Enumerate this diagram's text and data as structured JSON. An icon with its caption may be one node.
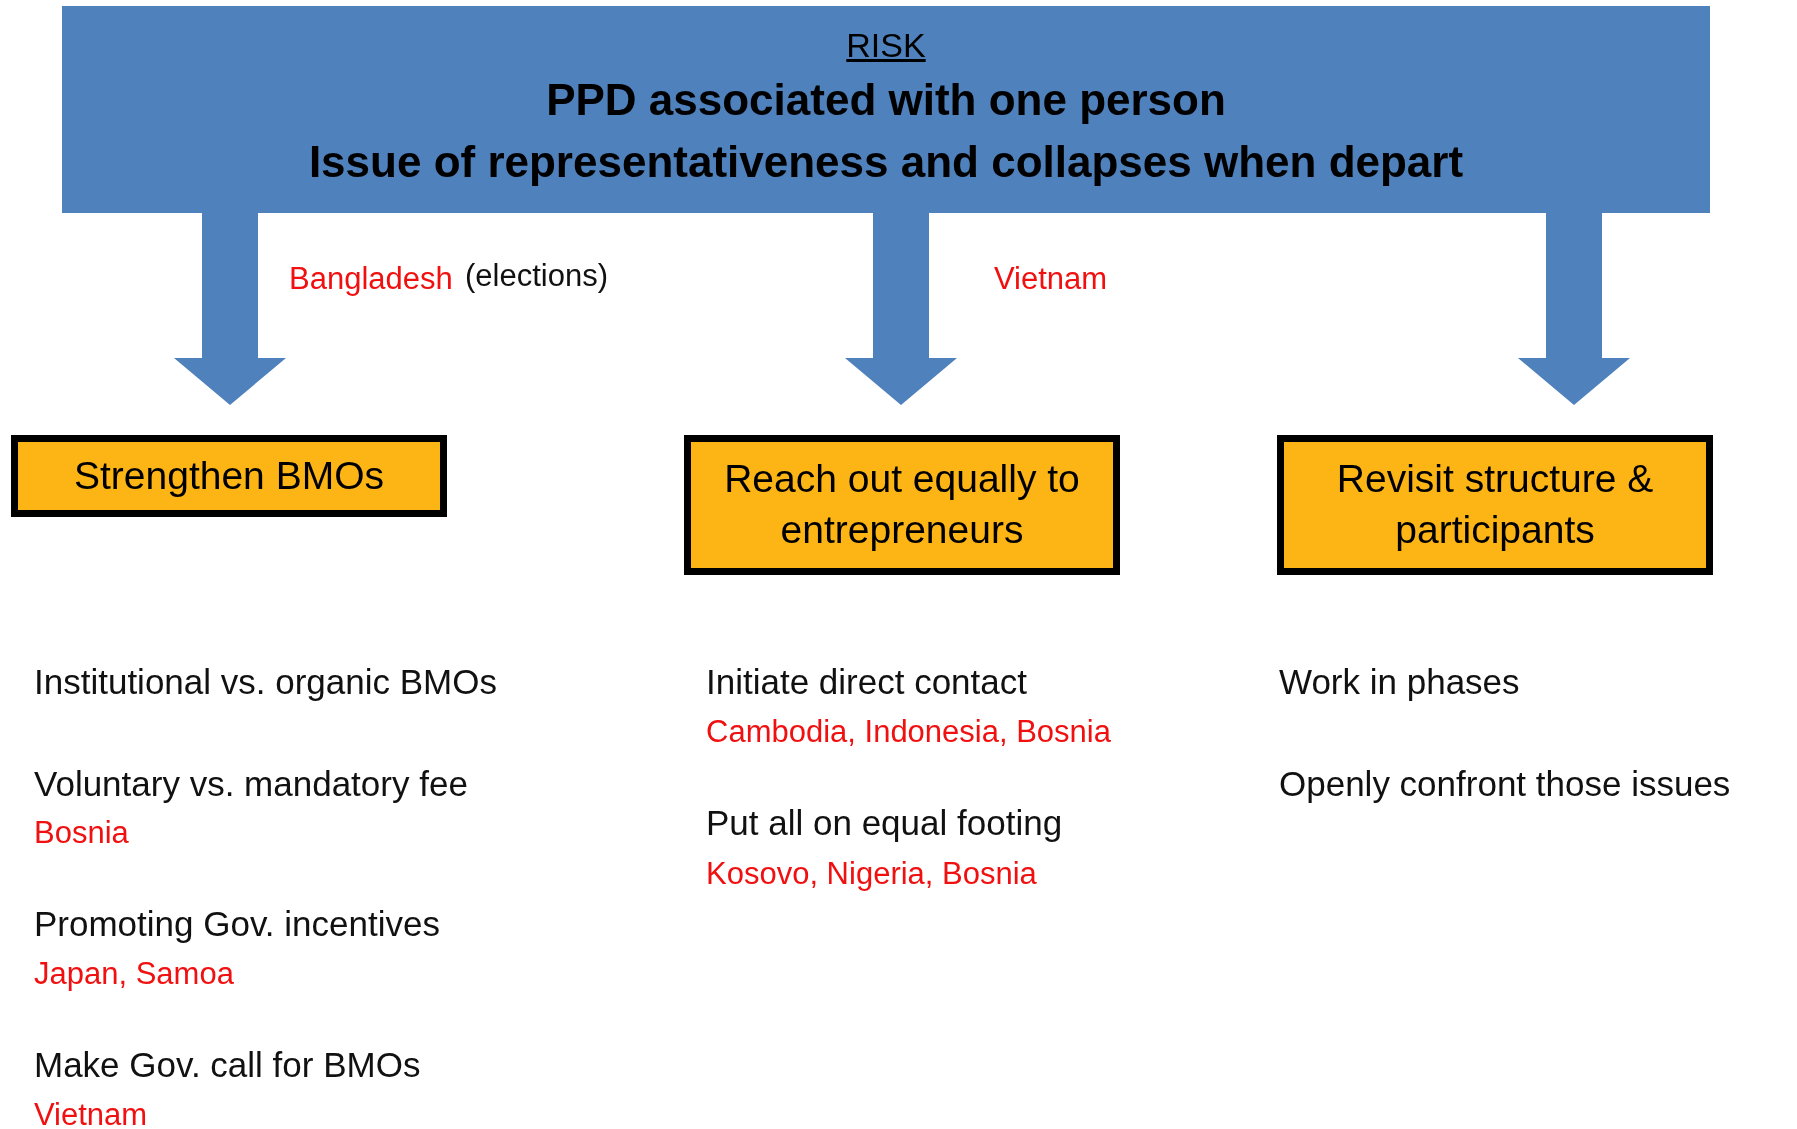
{
  "diagram": {
    "nodes": [
      {
        "text": [
          "RISK",
          "PPD associated with one person",
          "Issue of representativeness and collapses when depart"
        ]
      },
      {
        "text": [
          "Strengthen BMOs"
        ]
      },
      {
        "text": [
          "Reach out equally to entrepreneurs"
        ]
      },
      {
        "text": [
          "Revisit structure & participants"
        ]
      }
    ],
    "edges": [
      {
        "from": 0,
        "to": 1,
        "arrow": "to",
        "style": "thick"
      },
      {
        "from": 0,
        "to": 2,
        "arrow": "to",
        "style": "thick"
      },
      {
        "from": 0,
        "to": 3,
        "arrow": "to",
        "style": "thick"
      }
    ],
    "labels": [
      "Bangladesh",
      "(elections)",
      "Vietnam",
      "Institutional vs. organic BMOs",
      "Initiate direct contact",
      "Work in phases",
      "Cambodia, Indonesia, Bosnia",
      "Voluntary vs. mandatory fee",
      "Openly confront those issues",
      "Bosnia",
      "Put all on equal footing",
      "Kosovo, Nigeria, Bosnia",
      "Promoting Gov. incentives",
      "Japan, Samoa",
      "Make Gov. call for BMOs",
      "Vietnam"
    ]
  }
}
